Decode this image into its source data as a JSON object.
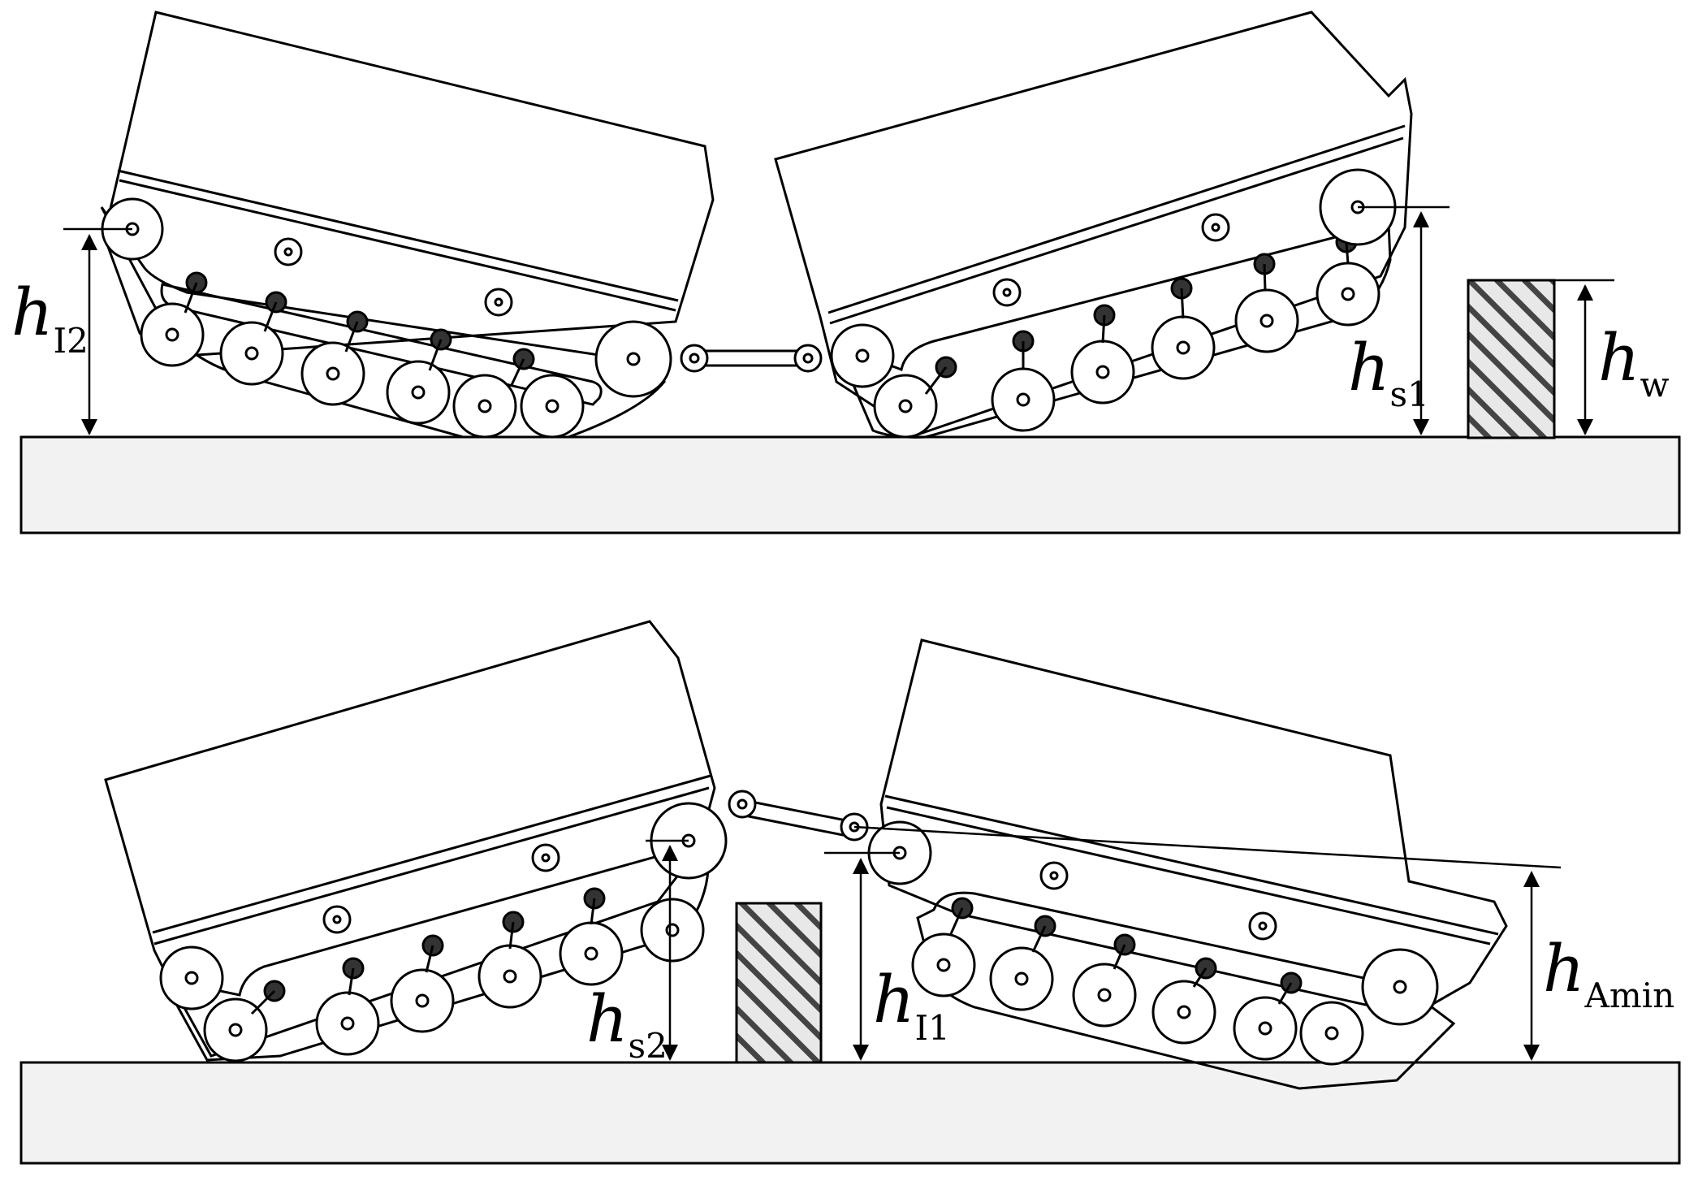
{
  "labels": {
    "h_i2": {
      "main": "h",
      "sub": "I2"
    },
    "h_s1": {
      "main": "h",
      "sub": "s1"
    },
    "h_w": {
      "main": "h",
      "sub": "w"
    },
    "h_s2": {
      "main": "h",
      "sub": "s2"
    },
    "h_i1": {
      "main": "h",
      "sub": "I1"
    },
    "h_amin": {
      "main": "h",
      "sub": "Amin"
    }
  }
}
